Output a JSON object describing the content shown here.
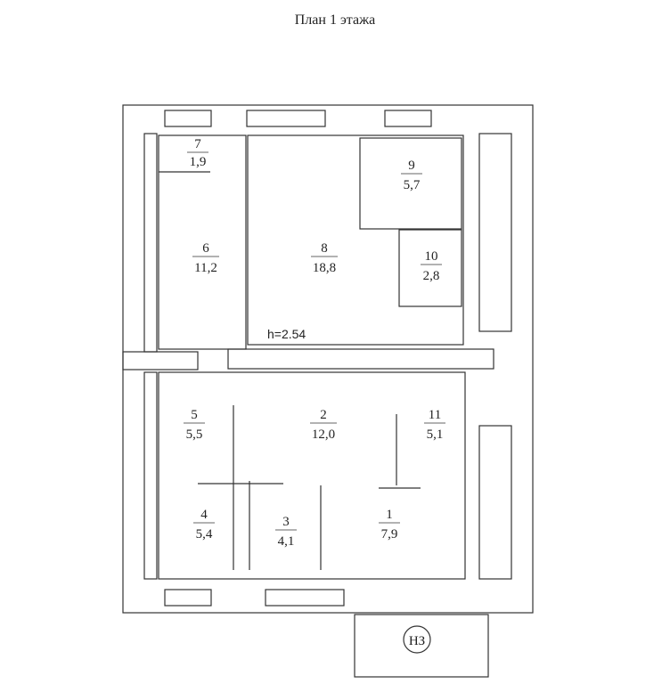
{
  "title": "План 1 этажа",
  "ceiling_height": "h=2.54",
  "entrance_label": "НЗ",
  "rooms": [
    {
      "num": "1",
      "area": "7,9"
    },
    {
      "num": "2",
      "area": "12,0"
    },
    {
      "num": "3",
      "area": "4,1"
    },
    {
      "num": "4",
      "area": "5,4"
    },
    {
      "num": "5",
      "area": "5,5"
    },
    {
      "num": "6",
      "area": "11,2"
    },
    {
      "num": "7",
      "area": "1,9"
    },
    {
      "num": "8",
      "area": "18,8"
    },
    {
      "num": "9",
      "area": "5,7"
    },
    {
      "num": "10",
      "area": "2,8"
    },
    {
      "num": "11",
      "area": "5,1"
    }
  ]
}
